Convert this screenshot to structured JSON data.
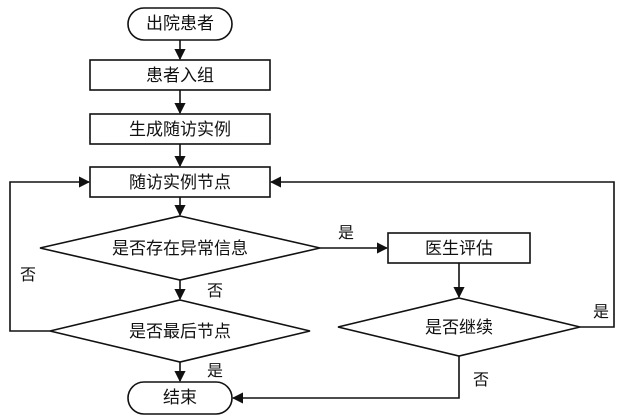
{
  "nodes": {
    "start": "出院患者",
    "enroll": "患者入组",
    "generate": "生成随访实例",
    "node": "随访实例节点",
    "abnormal": "是否存在异常信息",
    "last": "是否最后节点",
    "end": "结束",
    "doctor": "医生评估",
    "continue": "是否继续"
  },
  "edges": {
    "abnormal_yes": "是",
    "abnormal_no": "否",
    "last_yes": "是",
    "last_no": "否",
    "continue_yes": "是",
    "continue_no": "否"
  }
}
